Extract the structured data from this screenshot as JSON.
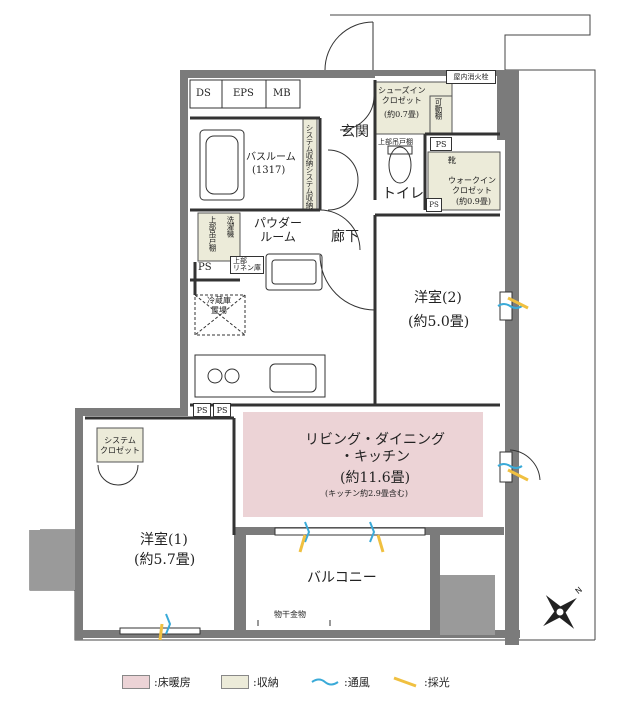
{
  "colors": {
    "heated_floor": "#ecd3d6",
    "storage": "#ecebd9",
    "ventilation": "#3aaad8",
    "daylight": "#f0c040",
    "wall": "#7b7b7b"
  },
  "rooms": {
    "ds": "DS",
    "eps": "EPS",
    "mb": "MB",
    "fire_hydrant": "屋内消火栓",
    "shoes_closet": "シューズイン\nクロゼット",
    "shoes_closet_size": "(約0.7畳)",
    "movable_shelf": "可動棚",
    "genkan": "玄関",
    "upper_shelf_1": "上部吊戸棚",
    "ps_1": "PS",
    "shoe_box": "靴",
    "walkin_closet": "ウォークイン\nクロゼット",
    "walkin_closet_size": "(約0.9畳)",
    "ps_2": "PS",
    "toilet": "トイレ",
    "bathroom": "バスルーム",
    "bathroom_size": "(1317)",
    "system_storage_1": "システム収納",
    "system_storage_2": "システム収納",
    "powder_room": "パウダー\nルーム",
    "hallway": "廊下",
    "washer": "洗濯機",
    "upper_shelf_2": "上部吊戸棚",
    "linen": "上部\nリネン庫",
    "ps_3": "PS",
    "fridge": "冷蔵庫\n置場",
    "western2": "洋室(2)",
    "western2_size": "(約5.0畳)",
    "ps_4": "PS",
    "ps_5": "PS",
    "system_closet": "システム\nクロゼット",
    "ldk": "リビング・ダイニング\n・キッチン",
    "ldk_size": "(約11.6畳)",
    "ldk_note": "(キッチン約2.9畳含む)",
    "western1": "洋室(1)",
    "western1_size": "(約5.7畳)",
    "balcony": "バルコニー",
    "drying_hardware": "物干金物"
  },
  "compass": "N",
  "legend": [
    {
      "icon": "heated-floor-swatch",
      "label": ":床暖房"
    },
    {
      "icon": "storage-swatch",
      "label": ":収納"
    },
    {
      "icon": "ventilation-icon",
      "label": ":通風"
    },
    {
      "icon": "daylight-icon",
      "label": ":採光"
    }
  ]
}
